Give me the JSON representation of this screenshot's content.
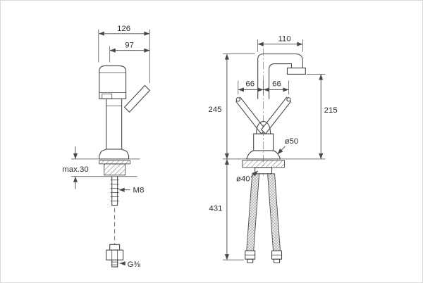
{
  "canvas": {
    "background": "#ffffff",
    "line_color": "#474747",
    "text_color": "#2e2e2e"
  },
  "left_view": {
    "dim_total_depth": "126",
    "dim_spout_depth": "97",
    "dim_deck_thickness": "max.30",
    "label_mounting_thread": "M8",
    "label_hose_connector": "G⅜"
  },
  "right_view": {
    "dim_spout_width": "110",
    "dim_handle_left": "66",
    "dim_handle_right": "66",
    "dim_total_height": "245",
    "dim_outlet_height": "215",
    "dim_base_diameter": "ø50",
    "dim_mounting_hole_diameter": "ø40",
    "dim_hose_length": "431"
  }
}
